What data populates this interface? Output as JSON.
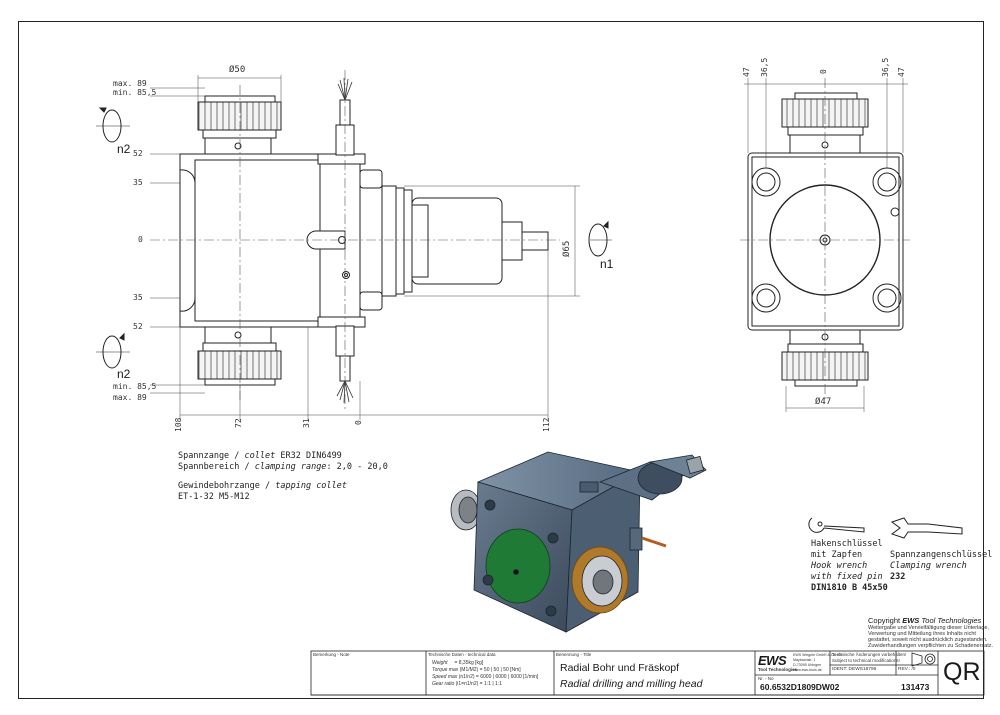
{
  "drawing": {
    "side_view": {
      "top_dims": [
        "max. 89",
        "min. 85,5"
      ],
      "bottom_dims": [
        "min. 85,5",
        "max. 89"
      ],
      "diameter_top": "Ø50",
      "diameter_right": "Ø65",
      "left_scale": [
        "52",
        "35",
        "0",
        "35",
        "52"
      ],
      "bottom_scale": [
        "108",
        "72",
        "31",
        "0",
        "112"
      ],
      "rotation_labels": [
        "n2",
        "n1",
        "n2"
      ]
    },
    "front_view": {
      "top_dims": [
        "47",
        "36,5",
        "0",
        "36,5",
        "47"
      ],
      "diameter_bottom": "Ø47"
    },
    "notes": {
      "collet_line1_de": "Spannzange /",
      "collet_line1_en": "collet",
      "collet_line1_val": "ER32   DIN6499",
      "collet_line2_de": "Spannbereich /",
      "collet_line2_en": "clamping range",
      "collet_line2_val": ": 2,0 - 20,0",
      "tap_line1_de": "Gewindebohrzange /",
      "tap_line1_en": "tapping collet",
      "tap_line2": "ET-1-32   M5-M12"
    },
    "tools": {
      "hook_de1": "Hakenschlüssel",
      "hook_de2": "mit Zapfen",
      "hook_en1": "Hook wrench",
      "hook_en2": "with fixed pin",
      "hook_spec": "DIN1810 B 45x50",
      "clamp_de": "Spannzangenschlüssel",
      "clamp_en": "Clamping wrench",
      "clamp_spec": "232"
    },
    "copyright": {
      "title_prefix": "Copyright",
      "brand": "EWS",
      "title_suffix": "Tool Technologies",
      "lines": [
        "Weitergabe und Vervielfältigung dieser Unterlage,",
        "Verwertung und Mitteilung ihres Inhalts nicht",
        "gestattet, soweit nicht ausdrücklich zugestanden.",
        "Zuwiderhandlungen verpflichten zu Schadenersatz."
      ]
    }
  },
  "title_block": {
    "remark_label": "Bemerkung - Note",
    "tech_label": "Technische Daten - technical data",
    "weight_label": "Weight",
    "weight_value": "= 8,35kg [kg]",
    "torque_label": "Torque max",
    "torque_value": "(M1/M2) = 50 | 50 | 50 [Nm]",
    "speed_label": "Speed max",
    "speed_value": "(n1/n2) = 6000 | 6000 | 6000 [1/min]",
    "gear_label": "Gear ratio",
    "gear_value": "(i1=n1/n2) = 1:1 | 1:1",
    "name_label": "Benennung - Title",
    "title_de": "Radial Bohr und Fräskopf",
    "title_en": "Radial drilling and milling head",
    "logo": "EWS",
    "logo_sub": "Tool Technologies",
    "company_lines": [
      "EWS Weigele GmbH & Co. KG",
      "Maybachstr. 1",
      "D-73095 Uhingen",
      "www.ews-tools.de"
    ],
    "change_label": "Technische Änderungen vorbehalten!",
    "change_label_en": "Subject to technical modifications!",
    "ident_label": "IDENT:",
    "ident_value": "DEWS16796",
    "rev_label": "REV.:",
    "rev_value": "/0",
    "nr_label": "Nr. - No",
    "part_number": "60.6532D1809DW02",
    "drawing_number": "131473",
    "mark": "QR"
  }
}
